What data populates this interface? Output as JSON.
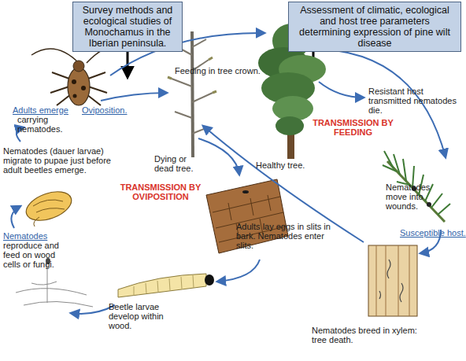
{
  "diagram": {
    "nodes": [
      {
        "text": [
          "Survey methods and ecological studies of Monochamus in the Iberian peninsula."
        ]
      },
      {
        "text": [
          "Assessment of climatic, ecological and host tree parameters determining expression of pine wilt disease"
        ]
      }
    ],
    "labels": [
      "Feeding in tree crown.",
      "Adults emerge",
      "carrying nematodes.",
      "Oviposition.",
      "Resistant host transmitted nematodes die.",
      "TRANSMISSION BY FEEDING",
      "Healthy tree.",
      "Nematodes move into wounds.",
      "Susceptible host.",
      "Nematodes (dauer larvae) migrate to pupae just before adult beetles emerge.",
      "Dying or dead tree.",
      "TRANSMISSION BY OVIPOSITION",
      "Adults lay eggs in slits in bark. Nematodes enter slits.",
      "Nematodes",
      "reproduce and feed on wood cells or fungi.",
      "Beetle larvae develop within wood.",
      "Nematodes breed in xylem: tree death."
    ]
  }
}
